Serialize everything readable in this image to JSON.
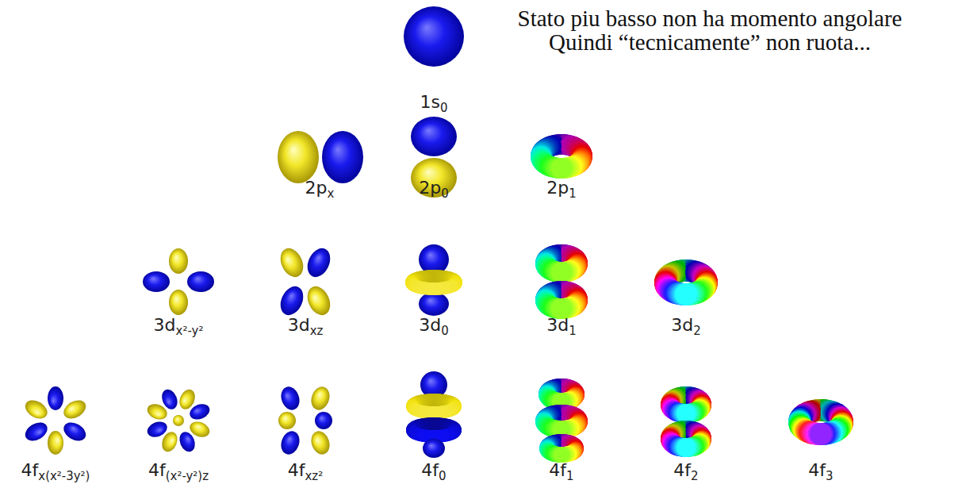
{
  "diagram": {
    "labels": [
      "Stato piu basso non ha momento angolare Quindi “tecnicamente” non ruota...",
      "1s0",
      "2px",
      "2p0",
      "2p1",
      "3dx²-y²",
      "3dxz",
      "3d0",
      "3d1",
      "3d2",
      "4fx(x²-3y²)",
      "4f(x²-y²)z",
      "4fxz²",
      "4f0",
      "4f1",
      "4f2",
      "4f3"
    ]
  }
}
